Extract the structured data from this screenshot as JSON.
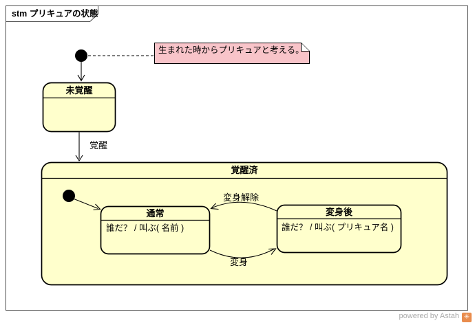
{
  "frame": {
    "title": "stm プリキュアの状態"
  },
  "note": {
    "text": "生まれた時からプリキュアと考える。"
  },
  "states": {
    "unawakened": {
      "name": "未覚醒"
    },
    "awakened": {
      "name": "覚醒済"
    },
    "normal": {
      "name": "通常",
      "internal_activity": "誰だ？ / 叫ぶ( 名前 )"
    },
    "transformed": {
      "name": "変身後",
      "internal_activity": "誰だ？ / 叫ぶ( プリキュア名 )"
    }
  },
  "transitions": {
    "awaken": {
      "label": "覚醒",
      "from": "未覚醒",
      "to": "覚醒済"
    },
    "detransform": {
      "label": "変身解除",
      "from": "変身後",
      "to": "通常"
    },
    "transform": {
      "label": "変身",
      "from": "通常",
      "to": "変身後"
    }
  },
  "footer": {
    "credit": "powered by Astah",
    "logo_icon": "astah-logo-icon"
  },
  "colors": {
    "state_fill": "#FFFFCC",
    "state_border": "#000000",
    "note_fill": "#F8C4C9",
    "frame_border": "#4D4D4D",
    "credit_text": "#ABABAB",
    "logo_orange": "#E98C4D"
  }
}
